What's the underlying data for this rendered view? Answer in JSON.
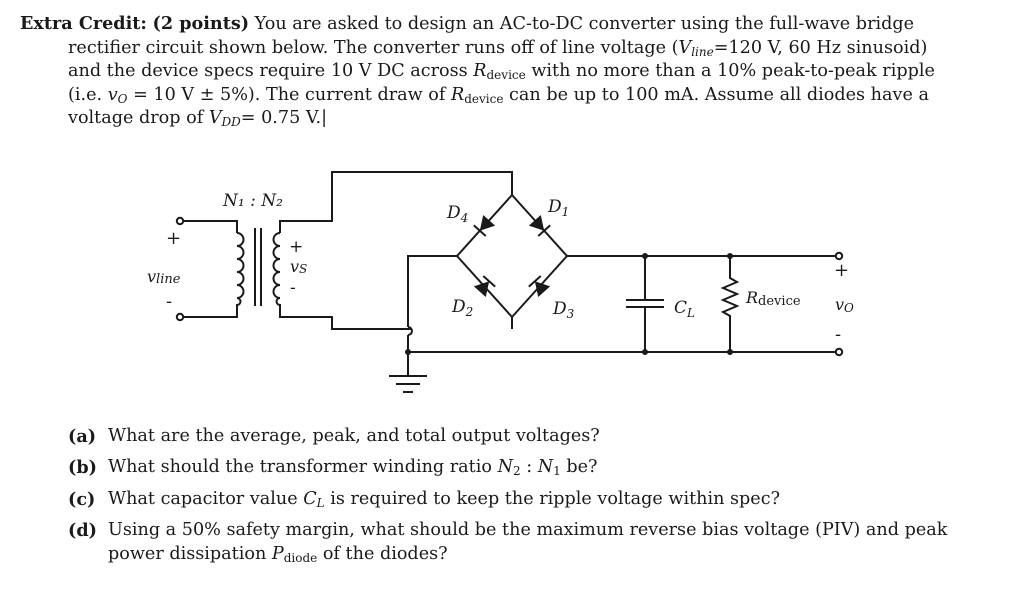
{
  "problem": {
    "heading": "Extra Credit:",
    "points": "(2 points)",
    "text_1": " You are asked to design an AC-to-DC converter using the full-wave bridge rectifier circuit shown below. The converter runs off of line voltage (",
    "vline_sym": "V",
    "vline_sub": "line",
    "text_2": "=120 V, 60 Hz sinusoid) and the device specs require 10 V DC across ",
    "r_sym": "R",
    "r_sub": "device",
    "text_3": " with no more than a 10% peak-to-peak ripple (i.e. ",
    "vo_sym": "v",
    "vo_sub": "O",
    "text_4": " = 10 V ± 5%). The current draw of ",
    "r2_sym": "R",
    "r2_sub": "device",
    "text_5": " can be up to 100 mA. Assume all diodes have a voltage drop of ",
    "vdd_sym": "V",
    "vdd_sub": "DD",
    "text_6": "= 0.75 V.|"
  },
  "circuit": {
    "turns_ratio": "N₁ : N₂",
    "vline_label": "v",
    "vline_label_sub": "line",
    "vs_label": "v",
    "vs_label_sub": "S",
    "plus_sign": "+",
    "minus_sign": "-",
    "d1": "D",
    "d1_sub": "1",
    "d2": "D",
    "d2_sub": "2",
    "d3": "D",
    "d3_sub": "3",
    "d4": "D",
    "d4_sub": "4",
    "cl": "C",
    "cl_sub": "L",
    "rdev": "R",
    "rdev_sub": "device",
    "vo": "v",
    "vo_sub": "O"
  },
  "questions": [
    {
      "label": "(a)",
      "t1": "What are the average, peak, and total output voltages?"
    },
    {
      "label": "(b)",
      "t1": "What should the transformer winding ratio ",
      "s1": "N",
      "s1sub": "2",
      "t2": " : ",
      "s2": "N",
      "s2sub": "1",
      "t3": " be?"
    },
    {
      "label": "(c)",
      "t1": "What capacitor value ",
      "s1": "C",
      "s1sub": "L",
      "t2": " is required to keep the ripple voltage within spec?"
    },
    {
      "label": "(d)",
      "t1": "Using a 50% safety margin, what should be the maximum reverse bias voltage (PIV) and peak power dissipation ",
      "s1": "P",
      "s1sub": "diode",
      "t2": " of the diodes?"
    }
  ]
}
